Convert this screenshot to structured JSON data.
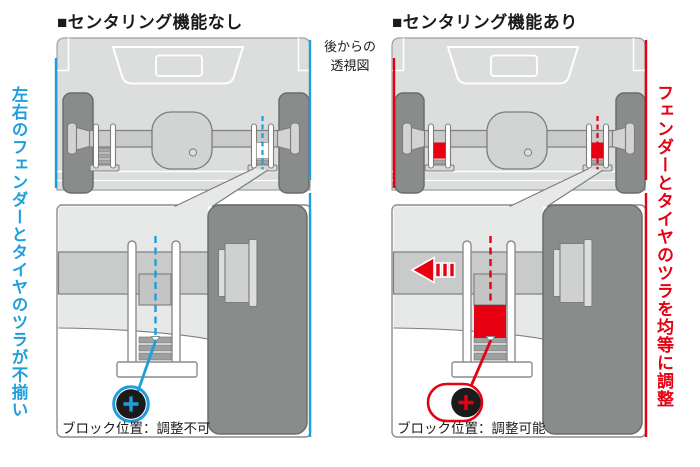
{
  "colors": {
    "accent_left": "#1E9FDB",
    "accent_right": "#E60012",
    "truck_body": "#DCDDDD",
    "tire": "#8A8B8B",
    "metal": "#C9CACA",
    "outline": "#7D7D7D",
    "text": "#1B1B1B",
    "pin": "#1B1B1B"
  },
  "header": {
    "center_note": "後からの\n透視図"
  },
  "panels": {
    "left": {
      "title": "■センタリング機能なし",
      "side_note": "左右のフェンダーとタイヤのツラが不揃い",
      "block_label": "ブロック位置：調整不可"
    },
    "right": {
      "title": "■センタリング機能あり",
      "side_note": "フェンダーとタイヤのツラを均等に調整",
      "block_label": "ブロック位置：調整可能"
    }
  },
  "icons": {
    "center_pin": "plus-in-circle",
    "shift_direction": "left-arrow"
  }
}
